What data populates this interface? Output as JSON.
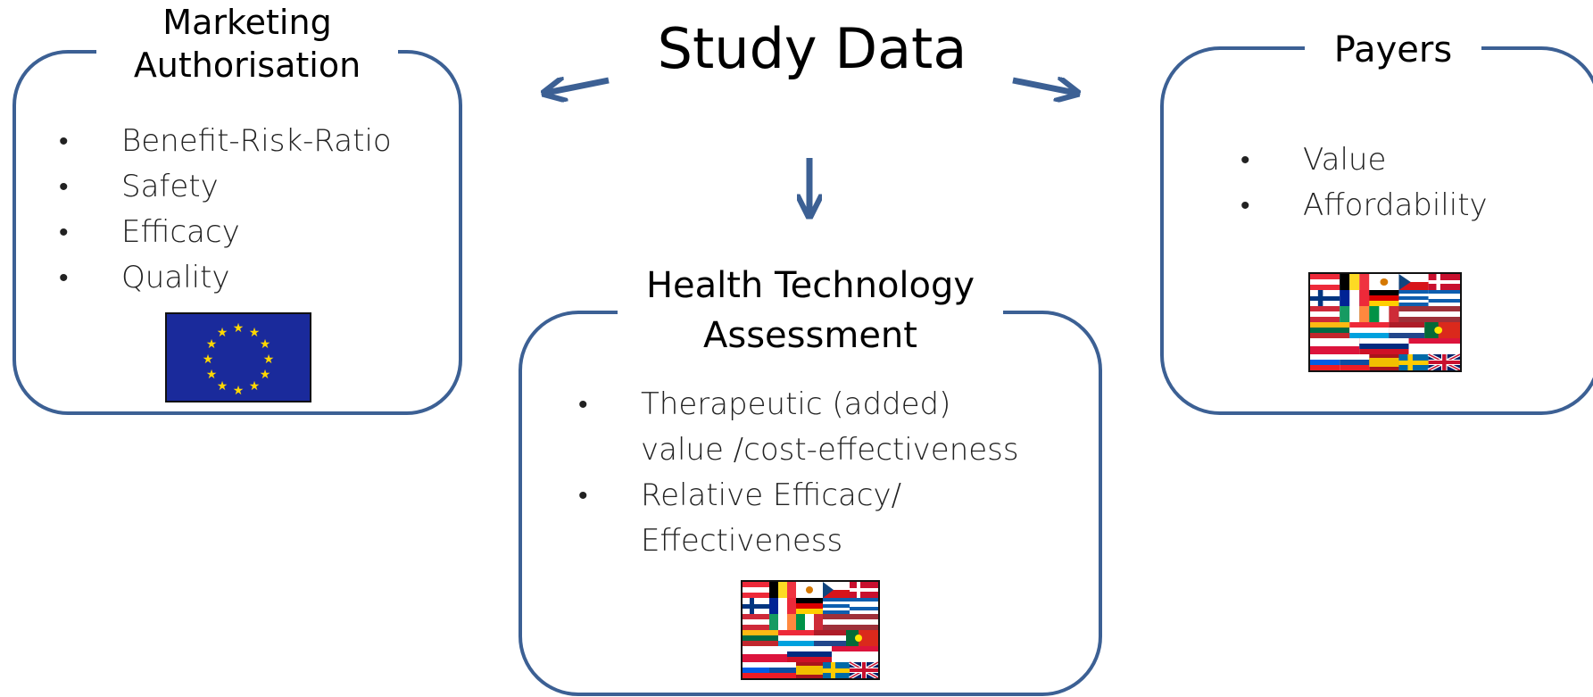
{
  "center": {
    "title": "Study Data"
  },
  "marketing": {
    "title_line1": "Marketing",
    "title_line2": "Authorisation",
    "bullets": [
      "Benefit-Risk-Ratio",
      "Safety",
      "Efficacy",
      "Quality"
    ]
  },
  "hta": {
    "title_line1": "Health Technology",
    "title_line2": "Assessment",
    "bullets": [
      [
        "Therapeutic (added)",
        "value /cost-effectiveness"
      ],
      [
        "Relative Efficacy/",
        "Effectiveness"
      ]
    ]
  },
  "payers": {
    "title": "Payers",
    "bullets": [
      "Value",
      "Affordability"
    ]
  },
  "colors": {
    "frame": "#3c6094",
    "eu_blue": "#1a2a9b",
    "eu_star": "#ffd700"
  }
}
